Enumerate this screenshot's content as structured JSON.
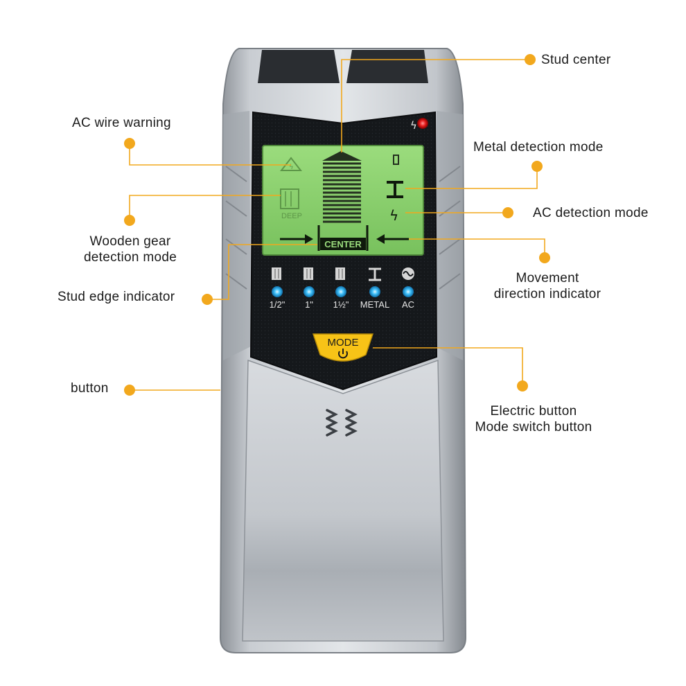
{
  "callouts": {
    "stud_center": "Stud center",
    "ac_wire_warning": "AC wire warning",
    "metal_detection_mode": "Metal detection mode",
    "ac_detection_mode": "AC detection mode",
    "wooden_gear_line1": "Wooden gear",
    "wooden_gear_line2": "detection mode",
    "movement_line1": "Movement",
    "movement_line2": "direction indicator",
    "stud_edge_indicator": "Stud edge indicator",
    "button": "button",
    "electric_line1": "Electric button",
    "electric_line2": "Mode switch button"
  },
  "lcd": {
    "deep_label": "DEEP",
    "center_label": "CENTER"
  },
  "indicators": [
    {
      "label": "1/2\""
    },
    {
      "label": "1\""
    },
    {
      "label": "1½\""
    },
    {
      "label": "METAL"
    },
    {
      "label": "AC"
    }
  ],
  "mode_button": {
    "label": "MODE"
  },
  "colors": {
    "accent_orange": "#f2a81d",
    "lcd_green": "#86cf6a",
    "led_blue": "#39b8f5",
    "mode_yellow": "#f7c317",
    "warning_red": "#e01818",
    "body_silver": "#b9bec4"
  }
}
